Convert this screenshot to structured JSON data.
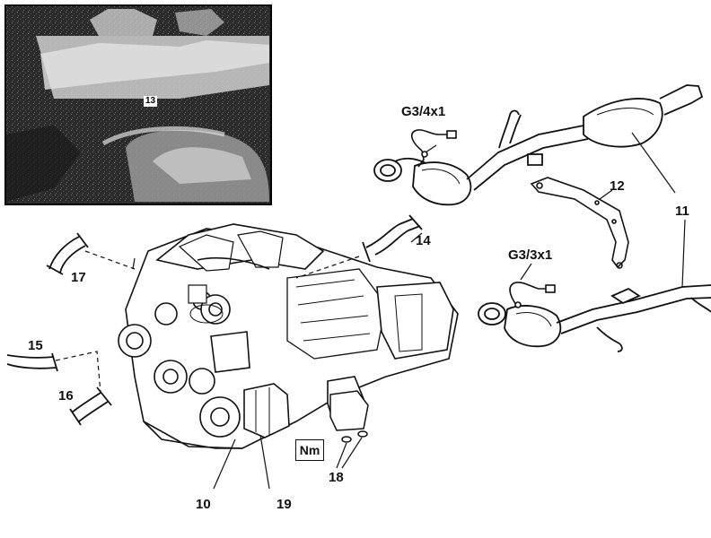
{
  "inset_photo": {
    "tag": "13"
  },
  "torque_symbol": "Nm",
  "callouts": {
    "sensor_left": "G3/4x1",
    "sensor_right": "G3/3x1",
    "c10": "10",
    "c11": "11",
    "c12": "12",
    "c14": "14",
    "c15": "15",
    "c16": "16",
    "c17": "17",
    "c18": "18",
    "c19": "19"
  }
}
